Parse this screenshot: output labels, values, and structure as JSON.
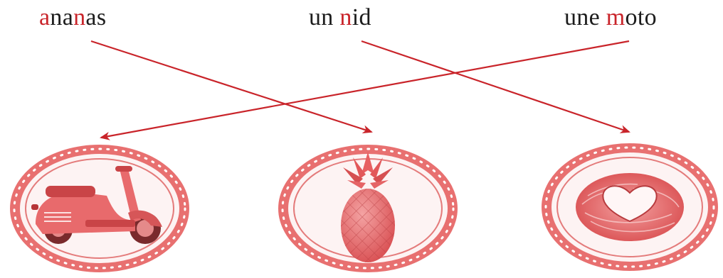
{
  "words": [
    {
      "id": "ananas",
      "segments": [
        {
          "t": "a",
          "hl": true
        },
        {
          "t": "na",
          "hl": false
        },
        {
          "t": "n",
          "hl": true
        },
        {
          "t": "as",
          "hl": false
        }
      ]
    },
    {
      "id": "nid",
      "segments": [
        {
          "t": "un ",
          "hl": false
        },
        {
          "t": "n",
          "hl": true
        },
        {
          "t": "id",
          "hl": false
        }
      ]
    },
    {
      "id": "moto",
      "segments": [
        {
          "t": "une ",
          "hl": false
        },
        {
          "t": "m",
          "hl": true
        },
        {
          "t": "oto",
          "hl": false
        }
      ]
    }
  ],
  "colors": {
    "accent": "#c9242a",
    "text": "#1c1c1c",
    "frame": "#e26565",
    "frame_fill": "#fde9e9"
  },
  "pictures": [
    {
      "name": "scooter-image"
    },
    {
      "name": "pineapple-image"
    },
    {
      "name": "nest-image"
    }
  ],
  "matches": [
    {
      "from": "ananas",
      "to": "pineapple-image"
    },
    {
      "from": "nid",
      "to": "nest-image"
    },
    {
      "from": "moto",
      "to": "scooter-image"
    }
  ]
}
